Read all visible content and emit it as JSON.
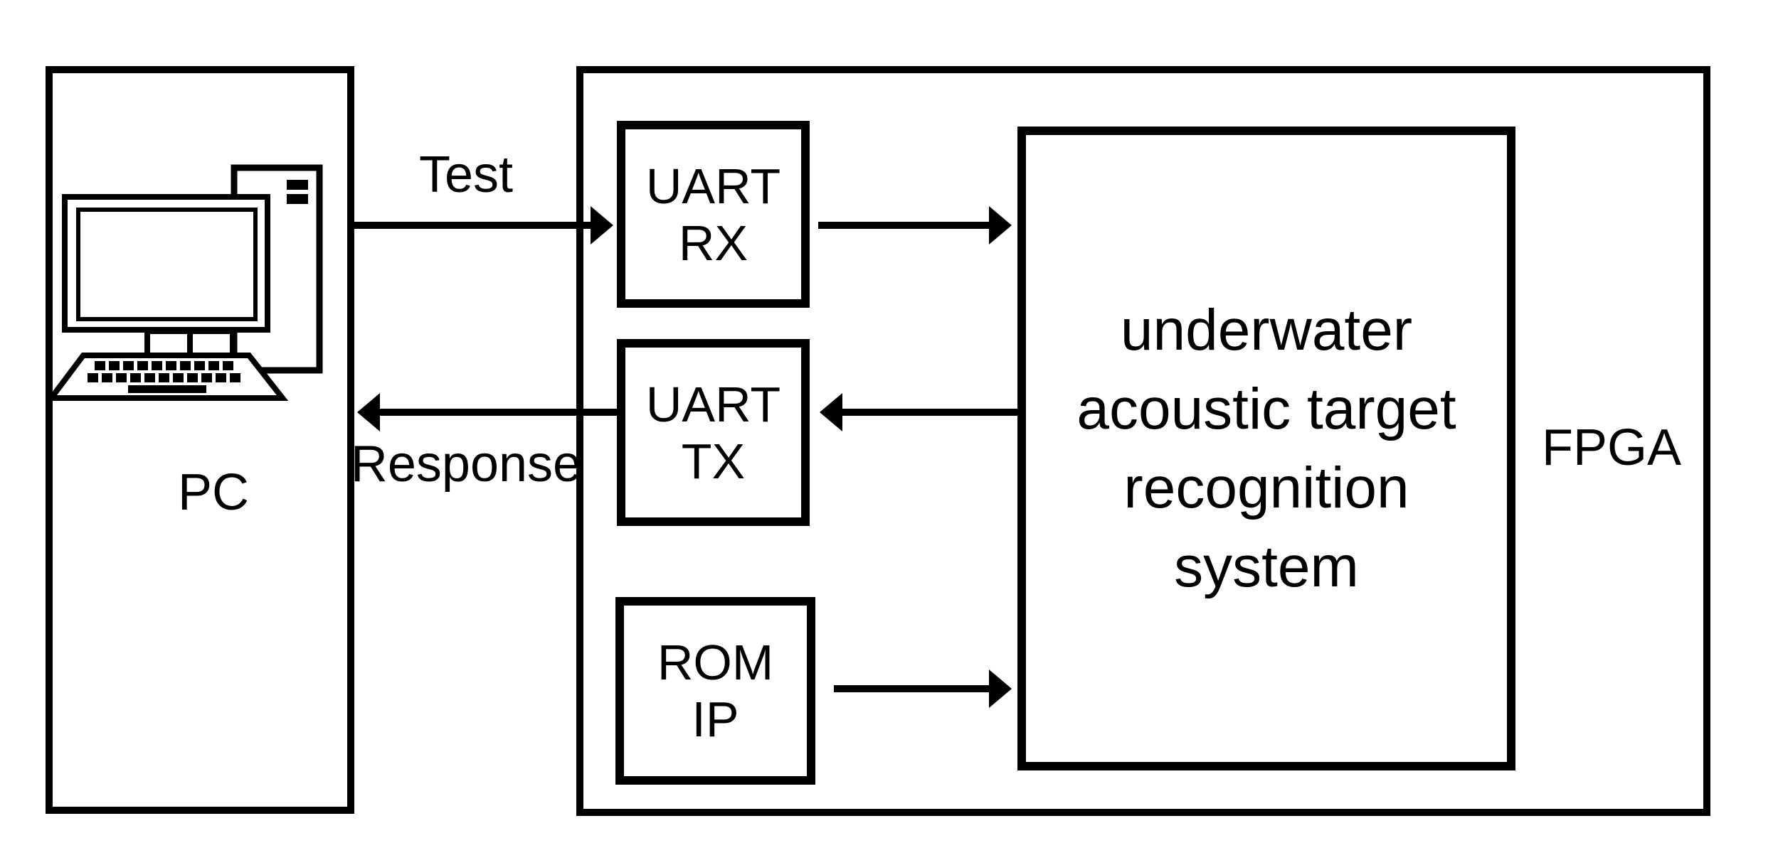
{
  "pc": {
    "label": "PC"
  },
  "connections": {
    "test_label": "Test",
    "response_label": "Response"
  },
  "fpga": {
    "label": "FPGA",
    "uart_rx": {
      "line1": "UART",
      "line2": "RX"
    },
    "uart_tx": {
      "line1": "UART",
      "line2": "TX"
    },
    "rom_ip": {
      "line1": "ROM",
      "line2": "IP"
    },
    "system": {
      "line1": "underwater",
      "line2": "acoustic target",
      "line3": "recognition",
      "line4": "system"
    }
  },
  "colors": {
    "ink": "#000000",
    "background": "#ffffff"
  }
}
